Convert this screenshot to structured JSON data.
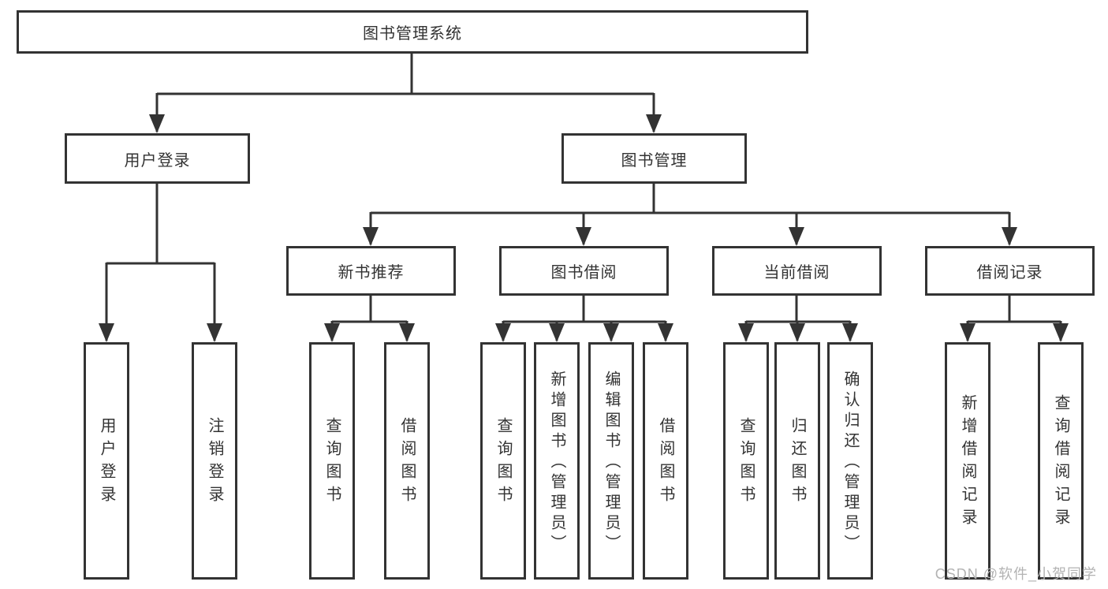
{
  "diagram": {
    "root": {
      "label": "图书管理系统"
    },
    "branches": [
      {
        "label": "用户登录",
        "children": [
          {
            "label": "用户登录"
          },
          {
            "label": "注销登录"
          }
        ]
      },
      {
        "label": "图书管理",
        "children": [
          {
            "label": "新书推荐",
            "children": [
              {
                "label": "查询图书"
              },
              {
                "label": "借阅图书"
              }
            ]
          },
          {
            "label": "图书借阅",
            "children": [
              {
                "label": "查询图书"
              },
              {
                "label": "新增图书（管理员）"
              },
              {
                "label": "编辑图书（管理员）"
              },
              {
                "label": "借阅图书"
              }
            ]
          },
          {
            "label": "当前借阅",
            "children": [
              {
                "label": "查询图书"
              },
              {
                "label": "归还图书"
              },
              {
                "label": "确认归还（管理员）"
              }
            ]
          },
          {
            "label": "借阅记录",
            "children": [
              {
                "label": "新增借阅记录"
              },
              {
                "label": "查询借阅记录"
              }
            ]
          }
        ]
      }
    ]
  },
  "watermark": {
    "text": "CSDN @软件_小贺同学"
  },
  "colors": {
    "line": "#333333",
    "text": "#333333",
    "watermark": "#b3b3b3",
    "background": "#ffffff"
  }
}
